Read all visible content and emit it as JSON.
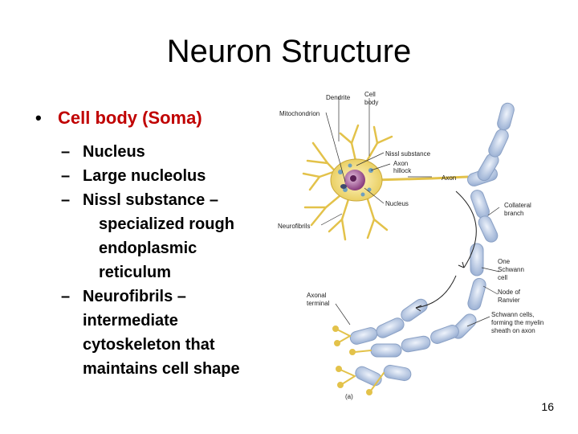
{
  "slide": {
    "title": "Neuron Structure",
    "page_number": "16"
  },
  "bullets": {
    "main": "Cell body (Soma)",
    "items": [
      {
        "line1": "Nucleus",
        "rest": []
      },
      {
        "line1": "Large nucleolus",
        "rest": []
      },
      {
        "line1": "Nissl substance –",
        "rest": [
          "specialized rough",
          "endoplasmic",
          "reticulum"
        ]
      },
      {
        "line1": "Neurofibrils –",
        "rest": [
          "intermediate",
          "cytoskeleton that",
          "maintains cell shape"
        ]
      }
    ]
  },
  "figure": {
    "labels": {
      "dendrite": "Dendrite",
      "cell_body_1": "Cell",
      "cell_body_2": "body",
      "mitochondrion": "Mitochondrion",
      "nissl": "Nissl substance",
      "axon_hillock_1": "Axon",
      "axon_hillock_2": "hillock",
      "axon": "Axon",
      "nucleus": "Nucleus",
      "neurofibrils": "Neurofibrils",
      "collateral_1": "Collateral",
      "collateral_2": "branch",
      "schwann_1": "One",
      "schwann_2": "Schwann",
      "schwann_3": "cell",
      "ranvier_1": "Node of",
      "ranvier_2": "Ranvier",
      "axonal_1": "Axonal",
      "axonal_2": "terminal",
      "myelin_1": "Schwann cells,",
      "myelin_2": "forming the myelin",
      "myelin_3": "sheath on axon",
      "panel": "(a)"
    }
  }
}
